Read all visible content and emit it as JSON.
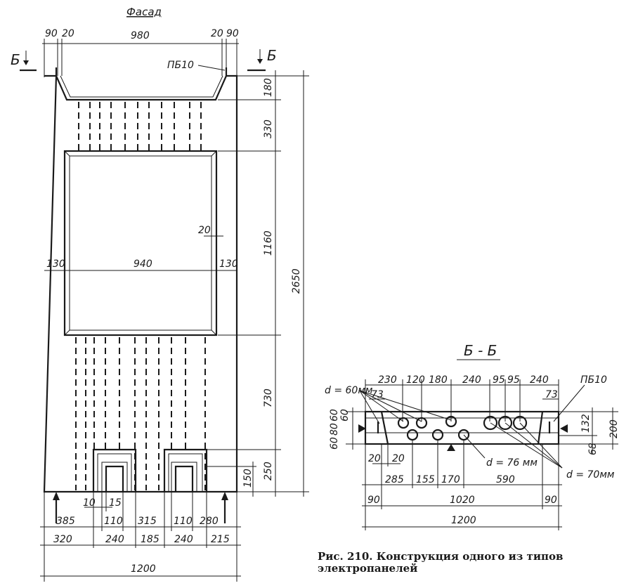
{
  "facade": {
    "title": "Фасад",
    "section_mark": "Б",
    "label_pb": "ПБ10",
    "top_dims": [
      "90",
      "20",
      "980",
      "20",
      "90"
    ],
    "right_dims": [
      "180",
      "330",
      "1160",
      "730",
      "250",
      "150"
    ],
    "total_height": "2650",
    "window_dims": {
      "left": "130",
      "middle": "940",
      "right": "130",
      "frame": "20"
    },
    "bottom_small": [
      "10",
      "15"
    ],
    "bottom_row1": [
      "385",
      "110",
      "315",
      "110",
      "280"
    ],
    "bottom_row2": [
      "320",
      "240",
      "185",
      "240",
      "215"
    ],
    "total_width": "1200"
  },
  "section": {
    "title": "Б - Б",
    "label_pb": "ПБ10",
    "top_dims": [
      "230",
      "120",
      "180",
      "240",
      "95",
      "95",
      "240"
    ],
    "small_73": [
      "73",
      "73"
    ],
    "left_dims": [
      "60",
      "80",
      "60",
      "60"
    ],
    "right_dims": [
      "132",
      "68",
      "200"
    ],
    "hole_labels": [
      "d = 60мм",
      "d = 76 мм",
      "d = 70мм"
    ],
    "bottom_small": [
      "20",
      "20"
    ],
    "bottom_row1": [
      "285",
      "155",
      "170",
      "590"
    ],
    "bottom_row2": [
      "90",
      "1020",
      "90"
    ],
    "total_width": "1200"
  },
  "caption": "Рис. 210. Конструкция одного из типов электропанелей"
}
